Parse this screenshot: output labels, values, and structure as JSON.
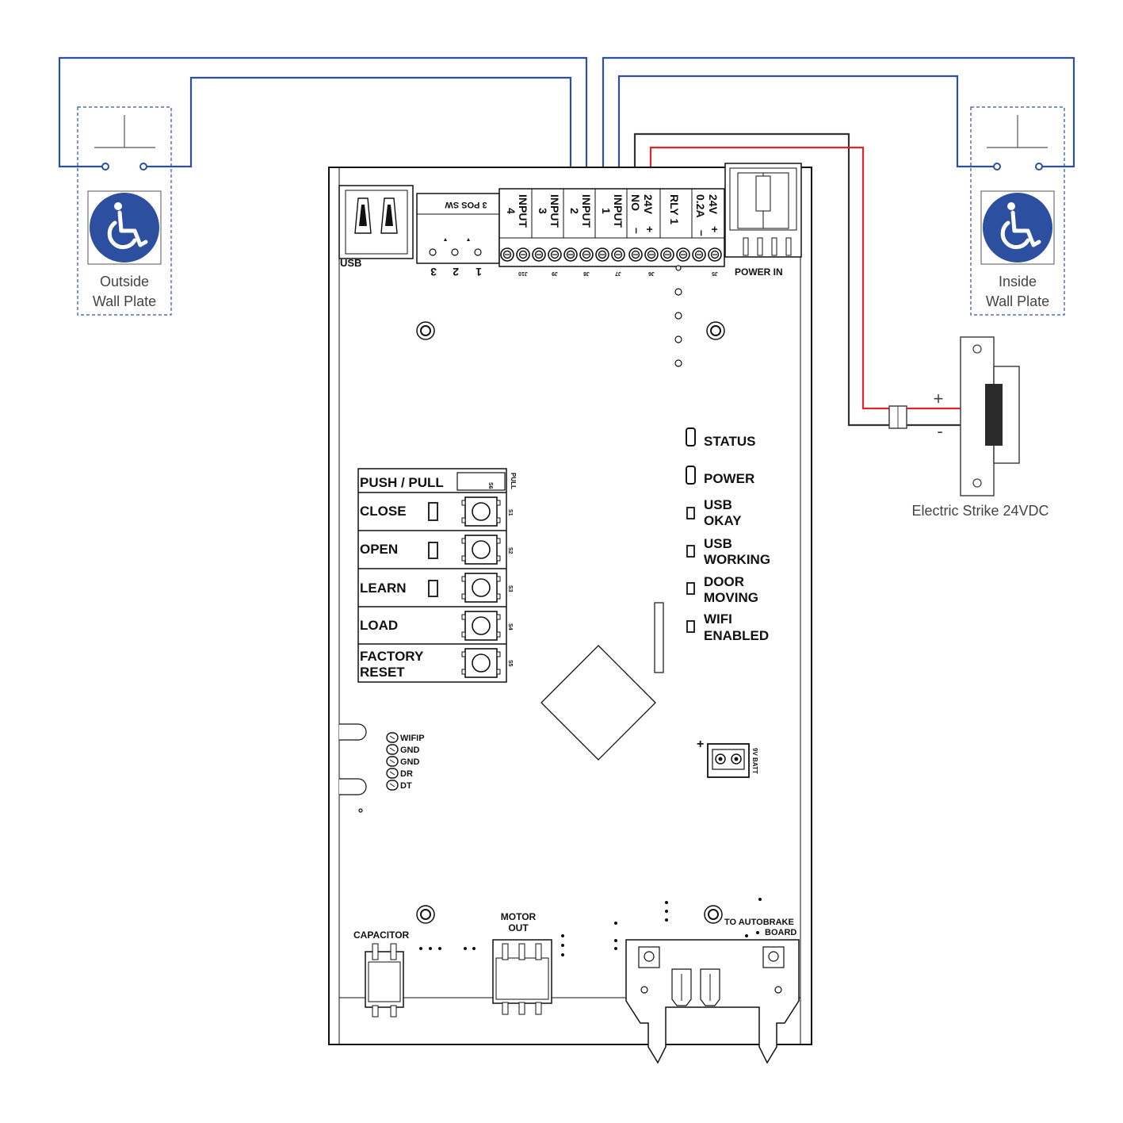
{
  "colors": {
    "wire_blue": "#2d4fa0",
    "wire_red": "#e0262a",
    "wire_black": "#333333",
    "plate_blue": "#2d4fa0",
    "board_line": "#111111"
  },
  "wall_plates": {
    "outside": {
      "line1": "Outside",
      "line2": "Wall Plate",
      "icon": "wheelchair-icon"
    },
    "inside": {
      "line1": "Inside",
      "line2": "Wall Plate",
      "icon": "wheelchair-icon"
    }
  },
  "strike": {
    "label": "Electric Strike 24VDC",
    "plus": "+",
    "minus": "-"
  },
  "board": {
    "usb": "USB",
    "pos_switch": {
      "title": "3 POS SW",
      "pins": [
        "3",
        "2",
        "1"
      ]
    },
    "terminals": [
      {
        "line1": "INPUT",
        "line2": "4",
        "ref": "J10"
      },
      {
        "line1": "INPUT",
        "line2": "3",
        "ref": "J9"
      },
      {
        "line1": "INPUT",
        "line2": "2",
        "ref": "J8"
      },
      {
        "line1": "INPUT",
        "line2": "1",
        "ref": "J7"
      },
      {
        "line1": "NO",
        "line2": "24V",
        "pol1": "–",
        "pol2": "+",
        "ref": "J6"
      },
      {
        "line1": "RLY 1",
        "line2": "",
        "ref": ""
      },
      {
        "line1": "0.2A",
        "line2": "24V",
        "pol1": "–",
        "pol2": "+",
        "ref": "J5"
      }
    ],
    "power_in": "POWER IN",
    "leds": [
      {
        "label1": "STATUS",
        "label2": ""
      },
      {
        "label1": "POWER",
        "label2": ""
      },
      {
        "label1": "USB",
        "label2": "OKAY"
      },
      {
        "label1": "USB",
        "label2": "WORKING"
      },
      {
        "label1": "DOOR",
        "label2": "MOVING"
      },
      {
        "label1": "WIFI",
        "label2": "ENABLED"
      }
    ],
    "push_pull": {
      "label": "PUSH / PULL",
      "switch_label": "PULL",
      "sw": "S6"
    },
    "buttons": [
      {
        "label1": "CLOSE",
        "label2": "",
        "ref": "S1"
      },
      {
        "label1": "OPEN",
        "label2": "",
        "ref": "S2"
      },
      {
        "label1": "LEARN",
        "label2": "",
        "ref": "S3"
      },
      {
        "label1": "LOAD",
        "label2": "",
        "ref": "S4"
      },
      {
        "label1": "FACTORY",
        "label2": "RESET",
        "ref": "S5"
      }
    ],
    "header_pins": [
      "WIFIP",
      "GND",
      "GND",
      "DR",
      "DT"
    ],
    "battery": {
      "label": "9V BATT",
      "plus": "+"
    },
    "capacitor": "CAPACITOR",
    "motor_out": {
      "line1": "MOTOR",
      "line2": "OUT"
    },
    "autobrake": {
      "line1": "TO AUTOBRAKE",
      "line2": "BOARD"
    }
  }
}
